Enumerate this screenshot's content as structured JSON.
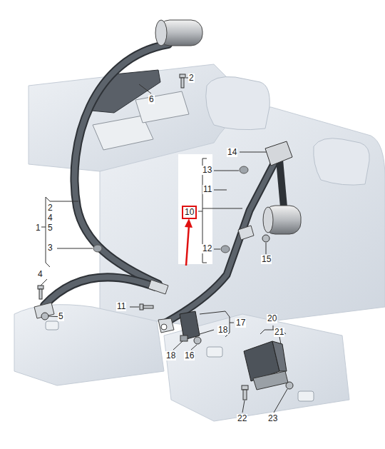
{
  "diagram": {
    "nodes": [
      {
        "text": [
          "10"
        ]
      }
    ],
    "labels": [
      "2",
      "6",
      "14",
      "13",
      "11",
      "12",
      "15",
      "2",
      "4",
      "1",
      "5",
      "3",
      "4",
      "5",
      "11",
      "17",
      "18",
      "20",
      "21",
      "18",
      "16",
      "22",
      "23"
    ]
  }
}
